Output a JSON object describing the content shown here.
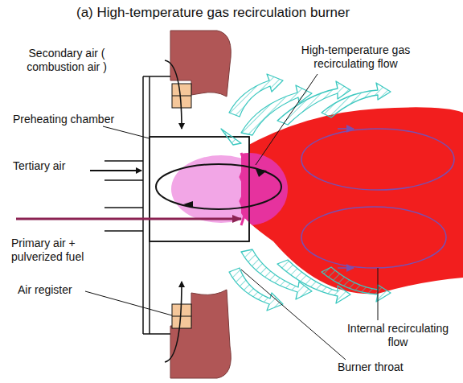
{
  "diagram": {
    "title": "(a) High-temperature gas recirculation burner",
    "labels": [
      "Secondary air ( combustion air )",
      "High-temperature gas recirculating flow",
      "Preheating chamber",
      "Tertiary air",
      "Primary air + pulverized fuel",
      "Air register",
      "Internal recirculating flow",
      "Burner throat"
    ]
  }
}
